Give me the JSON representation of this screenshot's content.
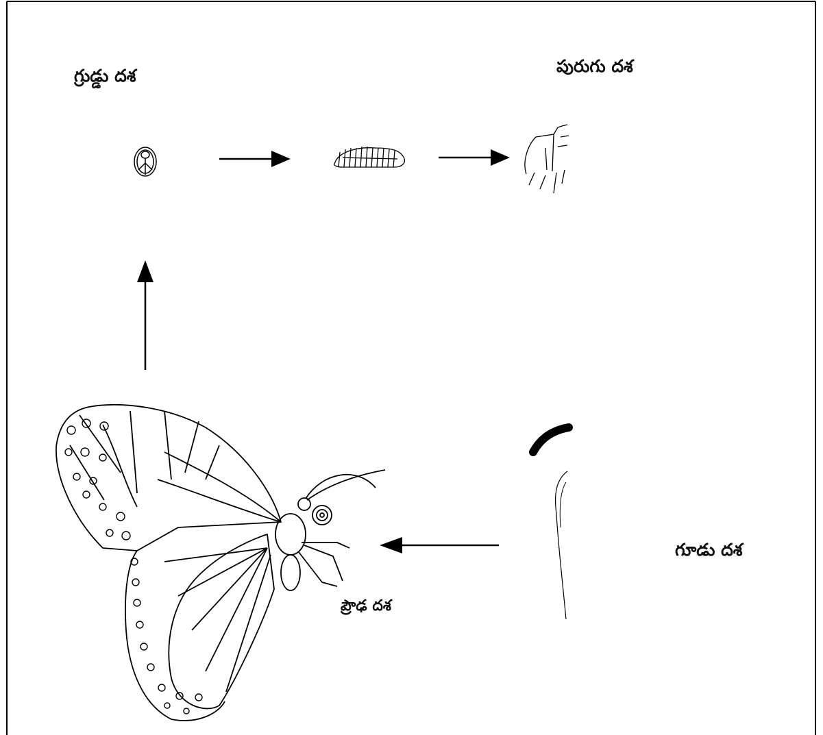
{
  "labels": {
    "egg_stage": "గ్రుడ్డు దశ",
    "larva_stage": "పురుగు దశ",
    "pupa_stage": "గూడు దశ",
    "adult_stage": "ప్రౌఢ దశ"
  },
  "colors": {
    "stroke": "#000000",
    "background": "#ffffff"
  }
}
